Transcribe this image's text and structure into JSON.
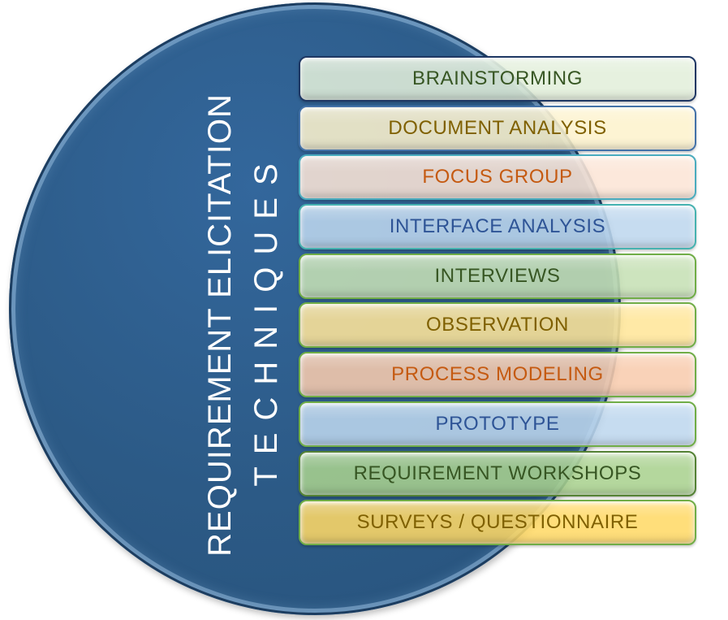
{
  "diagram": {
    "title": {
      "line1": "REQUIREMENT ELICITATION",
      "line2": "TECHNIQUES"
    },
    "circle": {
      "fill_color": "#2c5a86",
      "edge_color": "#1c3d60",
      "highlight_color": "#94badc",
      "title_text_color": "#ffffff"
    },
    "techniques": [
      {
        "label": "BRAINSTORMING",
        "fill": "#e2efda",
        "text_color": "#375623",
        "border_color": "#1f3864"
      },
      {
        "label": "DOCUMENT ANALYSIS",
        "fill": "#fdf2cc",
        "text_color": "#7f6000",
        "border_color": "#4472a8"
      },
      {
        "label": "FOCUS GROUP",
        "fill": "#fbe5d6",
        "text_color": "#c55a11",
        "border_color": "#4aacbe"
      },
      {
        "label": "INTERFACE ANALYSIS",
        "fill": "#bdd7ee",
        "text_color": "#2e5496",
        "border_color": "#46b2b0"
      },
      {
        "label": "INTERVIEWS",
        "fill": "#c6e0b4",
        "text_color": "#375623",
        "border_color": "#70ad47"
      },
      {
        "label": "OBSERVATION",
        "fill": "#ffe699",
        "text_color": "#7f6000",
        "border_color": "#70ad47"
      },
      {
        "label": "PROCESS MODELING",
        "fill": "#f8cbad",
        "text_color": "#c55a11",
        "border_color": "#70ad47"
      },
      {
        "label": "PROTOTYPE",
        "fill": "#bdd7ee",
        "text_color": "#2e5496",
        "border_color": "#70ad47"
      },
      {
        "label": "REQUIREMENT WORKSHOPS",
        "fill": "#a9d18e",
        "text_color": "#375623",
        "border_color": "#548235"
      },
      {
        "label": "SURVEYS / QUESTIONNAIRE",
        "fill": "#ffd966",
        "text_color": "#7f6000",
        "border_color": "#70ad47"
      }
    ],
    "bar_fill_opacity": 0.87
  }
}
